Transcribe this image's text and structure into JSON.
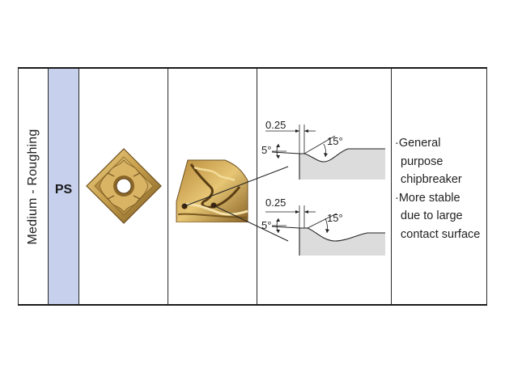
{
  "row": {
    "category": "Medium - Roughing",
    "code": "PS",
    "description": [
      "·General",
      "purpose",
      "chipbreaker",
      "·More stable",
      "due to large",
      "contact surface"
    ]
  },
  "profile_top": {
    "width_label": "0.25",
    "land_angle_label": "5°",
    "rake_angle_label": "15°"
  },
  "profile_bottom": {
    "width_label": "0.25",
    "land_angle_label": "5°",
    "rake_angle_label": "15°"
  },
  "colors": {
    "code_cell_bg": "#c7d0ec",
    "insert_gold": "#c9a14e",
    "profile_fill": "#dcdcdc"
  }
}
